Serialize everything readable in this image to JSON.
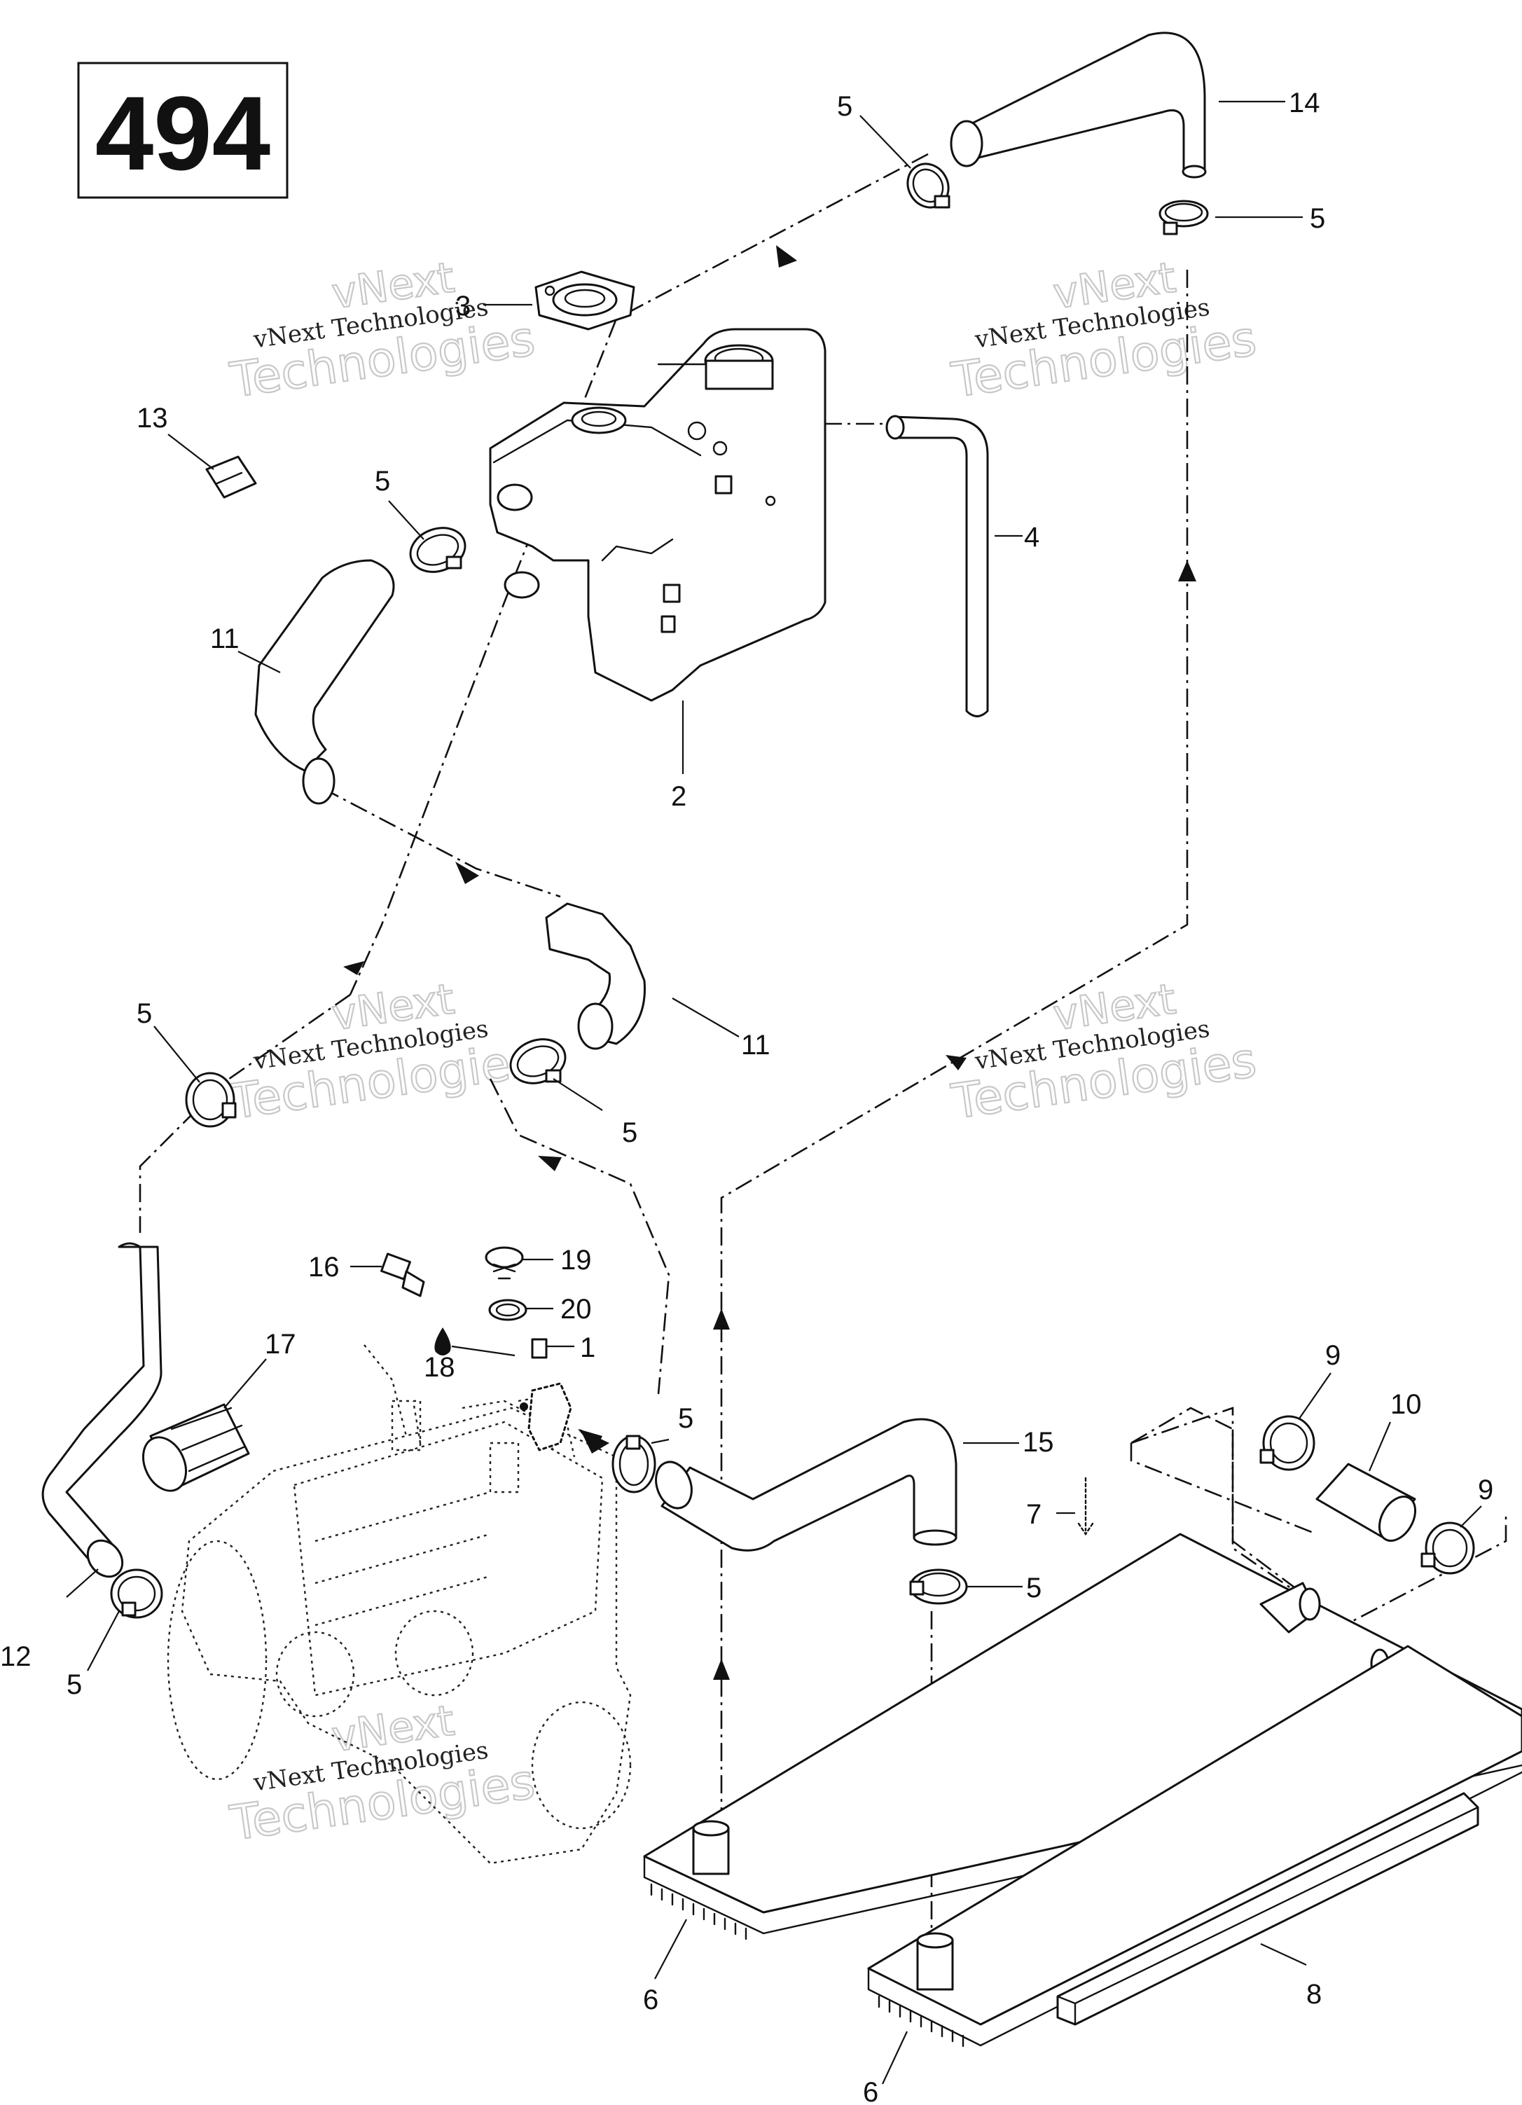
{
  "diagram_number": "494",
  "watermark": {
    "line1": "vNext",
    "line2": "vNext Technologies",
    "line3": "Technologies"
  },
  "callouts": [
    {
      "id": "c14",
      "text": "14"
    },
    {
      "id": "c5a",
      "text": "5"
    },
    {
      "id": "c5b",
      "text": "5"
    },
    {
      "id": "c3",
      "text": "3"
    },
    {
      "id": "c13",
      "text": "13"
    },
    {
      "id": "c5c",
      "text": "5"
    },
    {
      "id": "c4",
      "text": "4"
    },
    {
      "id": "c11a",
      "text": "11"
    },
    {
      "id": "c2",
      "text": "2"
    },
    {
      "id": "c5d",
      "text": "5"
    },
    {
      "id": "c11b",
      "text": "11"
    },
    {
      "id": "c5e",
      "text": "5"
    },
    {
      "id": "c16",
      "text": "16"
    },
    {
      "id": "c19",
      "text": "19"
    },
    {
      "id": "c20",
      "text": "20"
    },
    {
      "id": "c17",
      "text": "17"
    },
    {
      "id": "c1",
      "text": "1"
    },
    {
      "id": "c18",
      "text": "18"
    },
    {
      "id": "c5f",
      "text": "5"
    },
    {
      "id": "c15",
      "text": "15"
    },
    {
      "id": "c9a",
      "text": "9"
    },
    {
      "id": "c10",
      "text": "10"
    },
    {
      "id": "c9b",
      "text": "9"
    },
    {
      "id": "c7",
      "text": "7"
    },
    {
      "id": "c5g",
      "text": "5"
    },
    {
      "id": "c12",
      "text": "12"
    },
    {
      "id": "c5h",
      "text": "5"
    },
    {
      "id": "c6a",
      "text": "6"
    },
    {
      "id": "c8",
      "text": "8"
    },
    {
      "id": "c6b",
      "text": "6"
    }
  ]
}
